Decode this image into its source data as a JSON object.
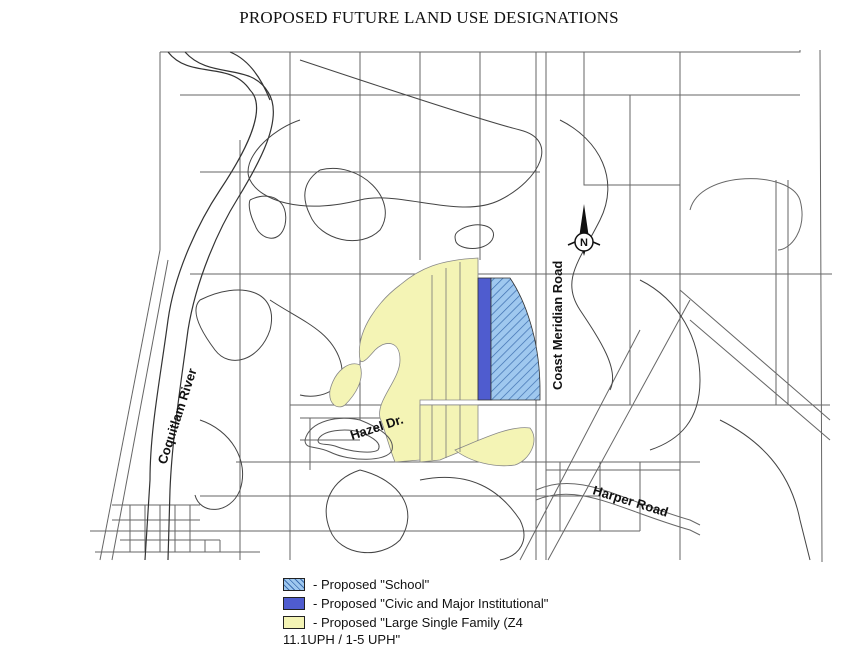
{
  "title": "PROPOSED FUTURE LAND USE DESIGNATIONS",
  "roads": {
    "coquitlam_river": "Coquitlam River",
    "hazel": "Hazel Dr.",
    "coast_meridian": "Coast Meridian Road",
    "harper": "Harper Road"
  },
  "compass": {
    "letter": "N"
  },
  "colors": {
    "school": "#9fc8ef",
    "school_hatch": "#3d6fb0",
    "civic": "#4f5ccf",
    "large_single_family": "#f4f4b5"
  },
  "legend": {
    "school": "- Proposed \"School\"",
    "civic": "- Proposed \"Civic and Major Institutional\"",
    "large_line1": "- Proposed \"Large Single Family (Z4",
    "large_line2": "11.1UPH / 1-5 UPH\""
  }
}
